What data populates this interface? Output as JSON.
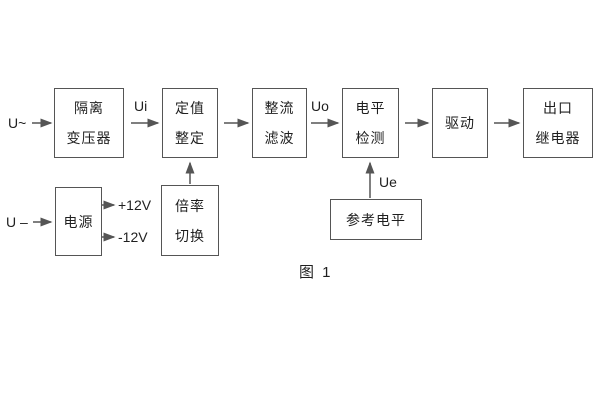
{
  "figure": {
    "caption": "图 1",
    "colors": {
      "line": "#555555",
      "text": "#1f1f1f",
      "background": "#ffffff"
    }
  },
  "blocks": [
    {
      "id": "isolation-transformer",
      "lines": [
        "隔离",
        "变压器"
      ]
    },
    {
      "id": "setpoint-adjustment",
      "lines": [
        "定值",
        "整定"
      ]
    },
    {
      "id": "rectifier-filter",
      "lines": [
        "整流",
        "滤波"
      ]
    },
    {
      "id": "level-detection",
      "lines": [
        "电平",
        "检测"
      ]
    },
    {
      "id": "driver",
      "lines": [
        "驱动"
      ]
    },
    {
      "id": "output-relay",
      "lines": [
        "出口",
        "继电器"
      ]
    },
    {
      "id": "power-supply",
      "lines": [
        "电源"
      ]
    },
    {
      "id": "ratio-switch",
      "lines": [
        "倍率",
        "切换"
      ]
    },
    {
      "id": "reference-level",
      "lines": [
        "参考电平"
      ]
    }
  ],
  "labels": {
    "input_ac": "U~",
    "input_dc": "U –",
    "ui": "Ui",
    "uo": "Uo",
    "ue": "Ue",
    "plus12v": "+12V",
    "minus12v": "-12V"
  }
}
